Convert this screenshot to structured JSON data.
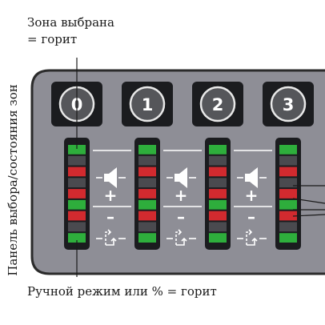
{
  "annotations": {
    "top_line1": "Зона выбрана",
    "top_line2": "= горит",
    "bottom": "Ручной режим или % = горит",
    "side": "Панель выбора/состояния зон"
  },
  "zones": [
    {
      "label": "0"
    },
    {
      "label": "1"
    },
    {
      "label": "2"
    },
    {
      "label": "3"
    }
  ],
  "volume_controls": [
    {
      "icon": "speaker-icon",
      "plus": "+",
      "minus": "–",
      "source": "source-select-icon"
    },
    {
      "icon": "speaker-icon",
      "plus": "+",
      "minus": "–",
      "source": "source-select-icon"
    },
    {
      "icon": "speaker-icon",
      "plus": "+",
      "minus": "–",
      "source": "source-select-icon"
    }
  ],
  "led_rows": [
    "green",
    "dark",
    "red",
    "dark",
    "red",
    "green",
    "red",
    "dark",
    "green"
  ],
  "colors": {
    "panel": "#8e8e96",
    "panel_border": "#2b2b2b",
    "button": "#1b1c1f",
    "led_green": "#2eae3c",
    "led_red": "#d12a2f",
    "led_dark": "#4a4a4f"
  }
}
